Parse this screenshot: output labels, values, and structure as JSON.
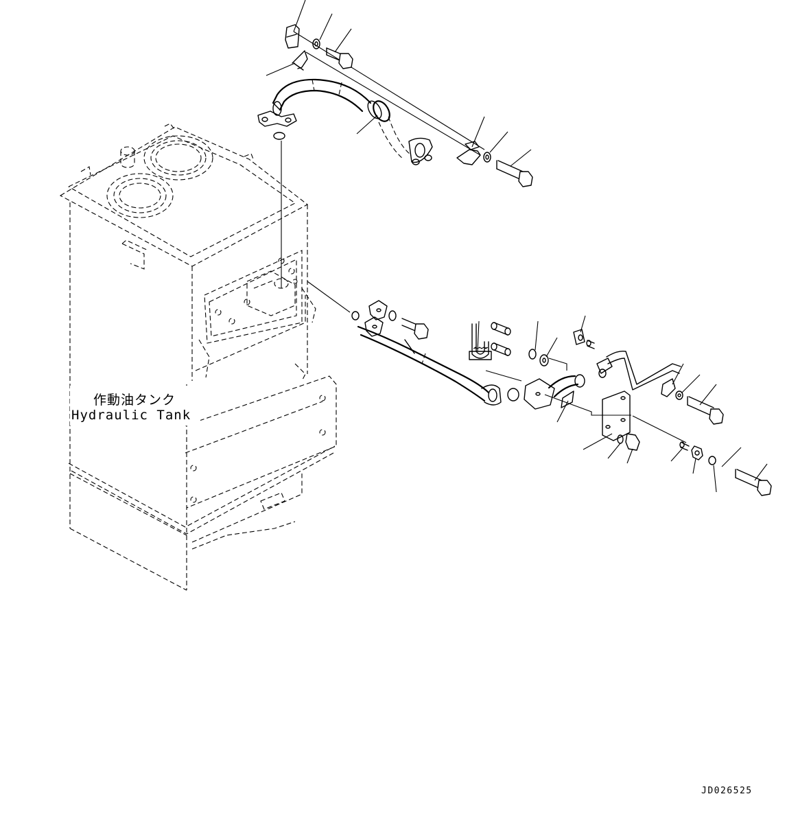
{
  "diagram": {
    "tank_label_jp": "作動油タンク",
    "tank_label_en": "Hydraulic Tank",
    "drawing_number": "JD026525"
  }
}
